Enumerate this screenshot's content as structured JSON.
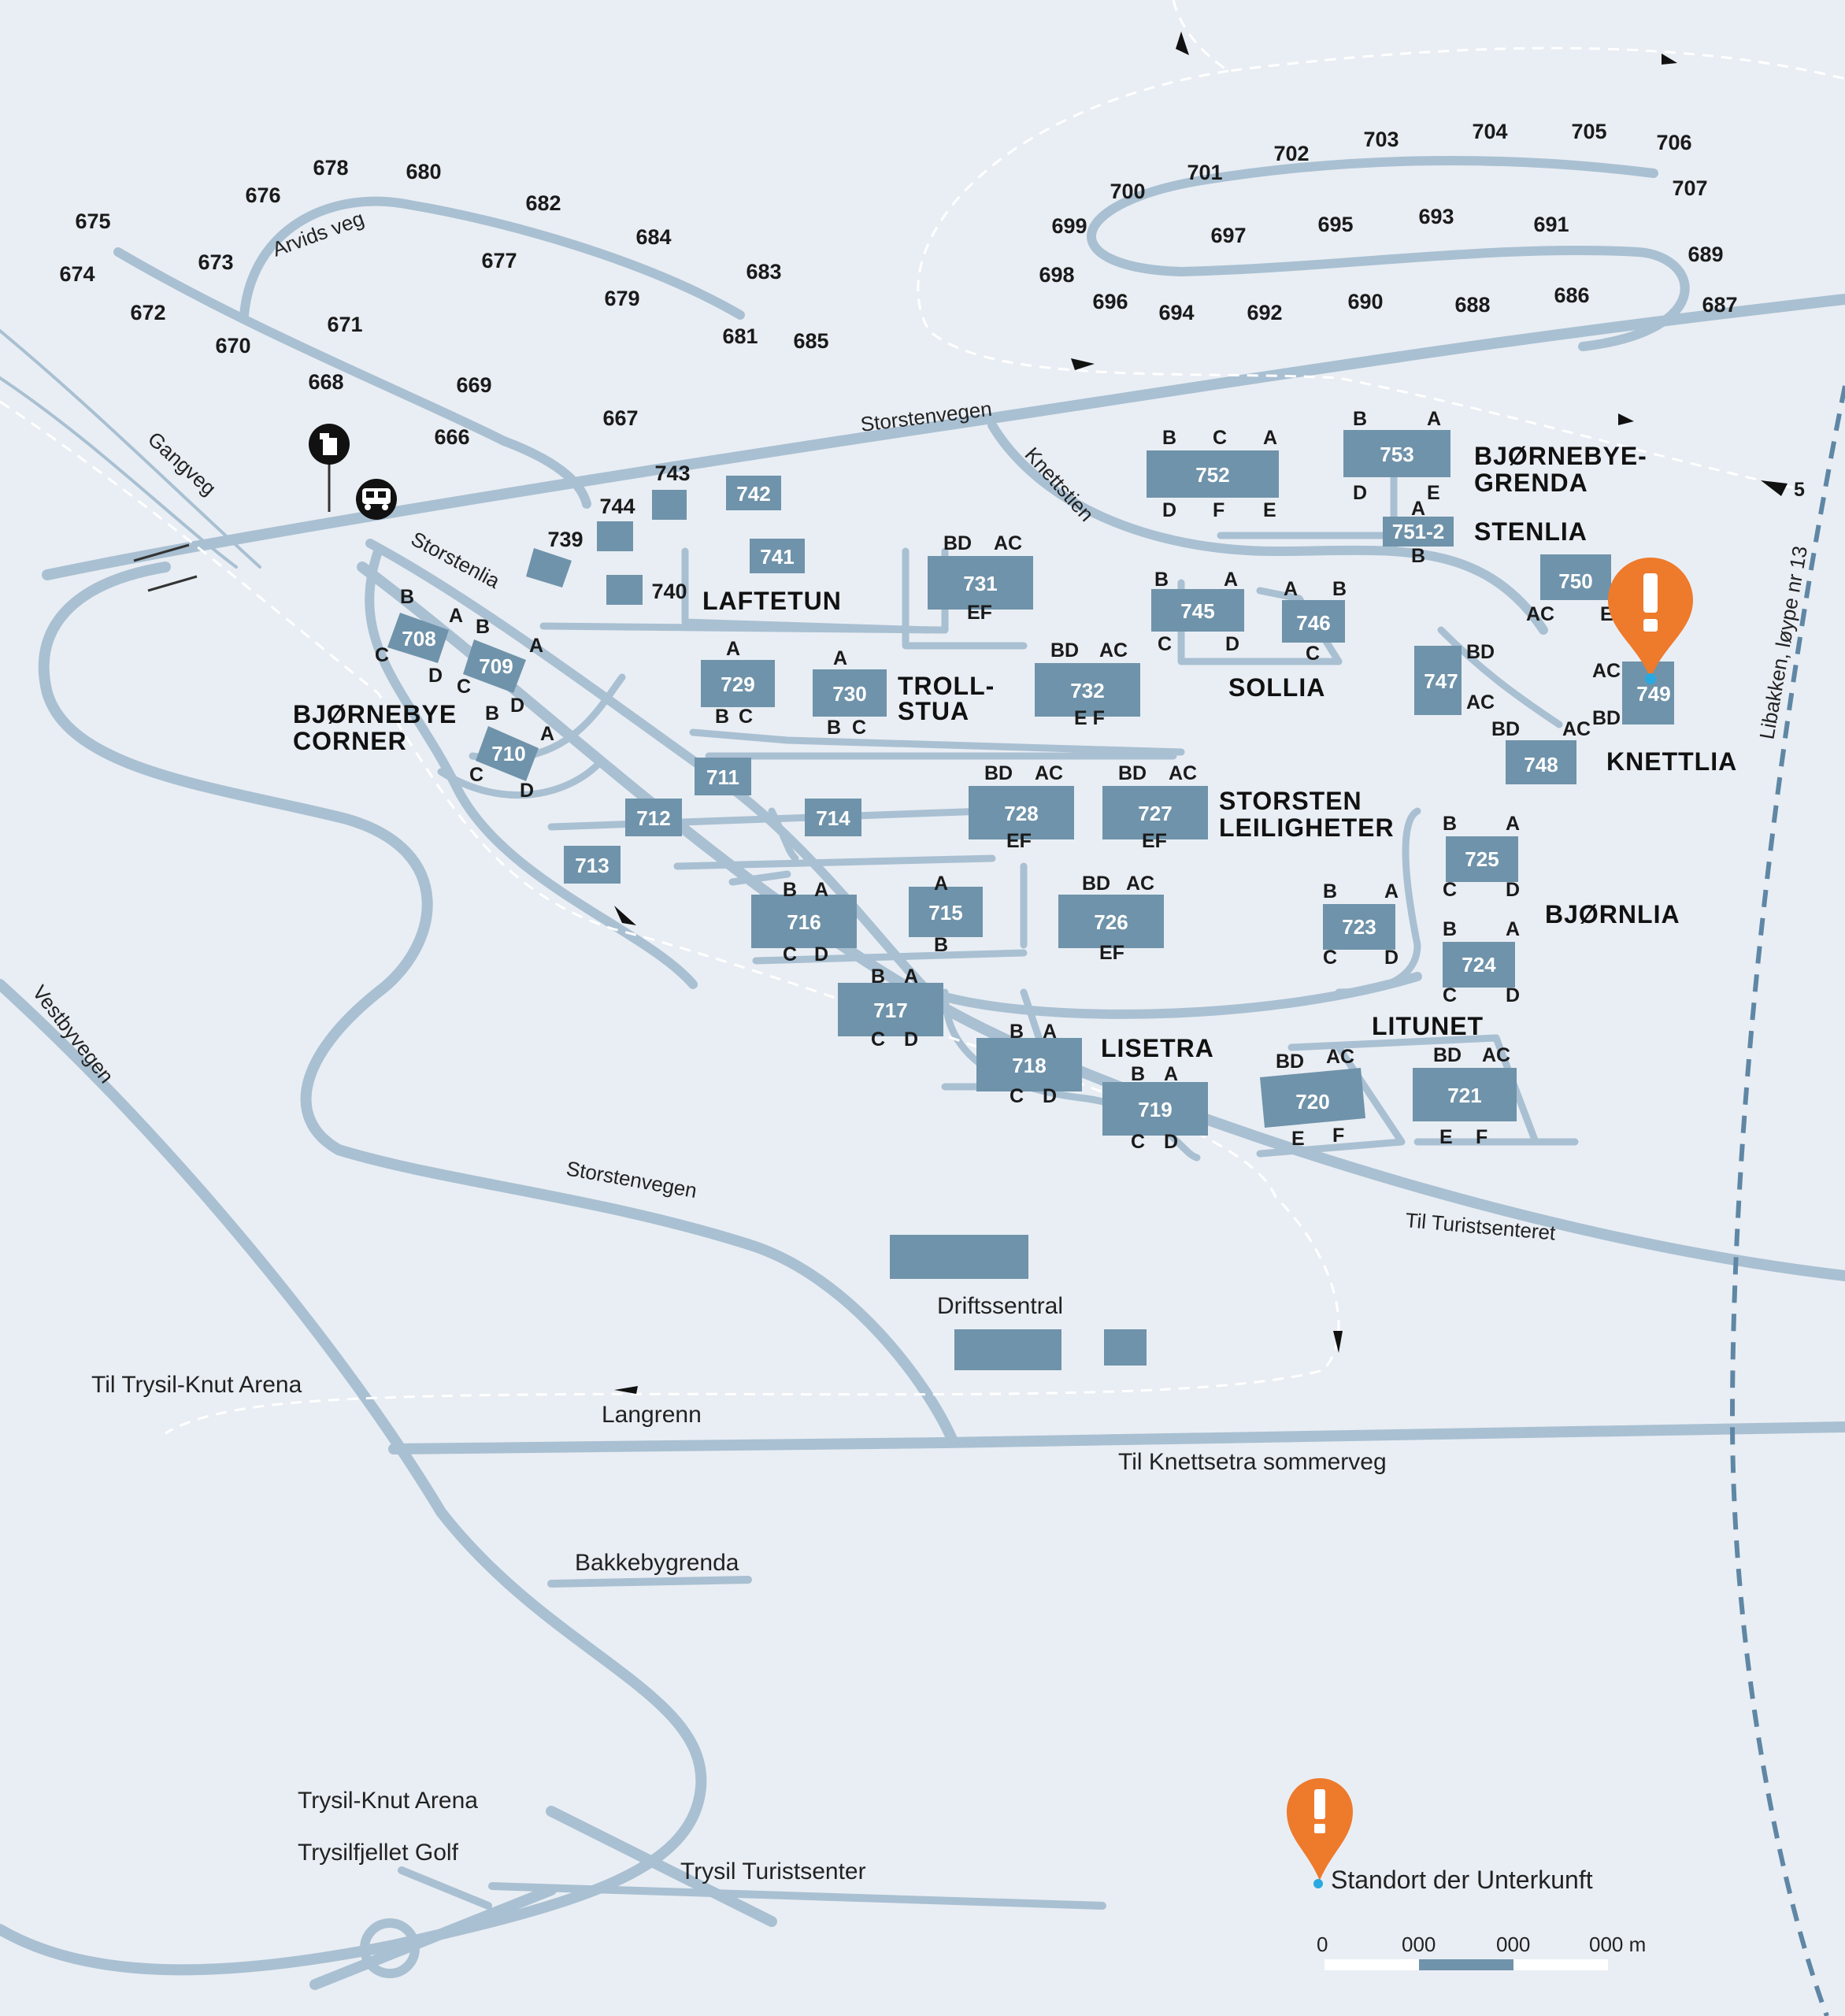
{
  "colors": {
    "background": "#e9eef4",
    "road": "#a9c0d2",
    "building": "#6f93aa",
    "marker": "#ee7a2c",
    "ski_trail": "#5f87a5",
    "location_dot": "#29a9e1"
  },
  "lots": [
    "675",
    "676",
    "678",
    "680",
    "682",
    "674",
    "673",
    "672",
    "670",
    "671",
    "668",
    "669",
    "666",
    "667",
    "677",
    "679",
    "684",
    "683",
    "681",
    "685",
    "699",
    "700",
    "701",
    "702",
    "703",
    "704",
    "705",
    "706",
    "707",
    "698",
    "696",
    "694",
    "692",
    "690",
    "688",
    "686",
    "687",
    "689",
    "697",
    "695",
    "693",
    "691"
  ],
  "buildings": [
    "708",
    "709",
    "710",
    "711",
    "712",
    "713",
    "714",
    "715",
    "716",
    "717",
    "718",
    "719",
    "720",
    "721",
    "723",
    "724",
    "725",
    "726",
    "727",
    "728",
    "729",
    "730",
    "731",
    "732",
    "739",
    "740",
    "741",
    "742",
    "743",
    "744",
    "745",
    "746",
    "747",
    "748",
    "749",
    "750",
    "751-2",
    "752",
    "753"
  ],
  "units": [
    "B",
    "A",
    "D",
    "C",
    "B",
    "A",
    "C",
    "D",
    "B",
    "A",
    "C",
    "D",
    "A",
    "B",
    "C",
    "A",
    "B",
    "C",
    "BD",
    "AC",
    "EF",
    "BD",
    "AC",
    "E F",
    "B",
    "C",
    "A",
    "D",
    "F",
    "E",
    "B",
    "A",
    "D",
    "E",
    "A",
    "B",
    "B",
    "A",
    "C",
    "D",
    "A",
    "B",
    "C",
    "BD",
    "AC",
    "AC",
    "E",
    "AC",
    "BD",
    "BD",
    "AC",
    "BD",
    "AC",
    "EF",
    "BD",
    "AC",
    "EF",
    "B",
    "A",
    "C",
    "D",
    "B",
    "A",
    "C",
    "D",
    "B",
    "A",
    "C",
    "D",
    "BD",
    "AC",
    "EF",
    "B",
    "A",
    "C",
    "D",
    "B",
    "A",
    "C",
    "D",
    "B",
    "A",
    "C",
    "D",
    "B",
    "A",
    "C",
    "D",
    "BD",
    "AC",
    "E",
    "F",
    "BD",
    "AC",
    "E",
    "F",
    "A",
    "B"
  ],
  "areas": [
    "BJØRNEBYE-",
    "GRENDA",
    "STENLIA",
    "LAFTETUN",
    "TROLL-",
    "STUA",
    "SOLLIA",
    "BJØRNEBYE",
    "CORNER",
    "KNETTLIA",
    "STORSTEN",
    "LEILIGHETER",
    "BJØRNLIA",
    "LITUNET",
    "LISETRA"
  ],
  "roads": [
    "Arvids veg",
    "Storstenvegen",
    "Knettstien",
    "Gangveg",
    "Storstenlia",
    "Vestbyvegen",
    "Storstenvegen",
    "Til Turistsenteret",
    "Libakken, løype nr 13"
  ],
  "places": [
    "Driftssentral",
    "Til Trysil-Knut Arena",
    "Langrenn",
    "Til Knettsetra sommerveg",
    "Bakkebygrenda",
    "Trysil-Knut Arena",
    "Trysilfjellet Golf",
    "Trysil Turistsenter"
  ],
  "trail_number": "5",
  "legend": {
    "label": "Standort der Unterkunft"
  },
  "scale": {
    "labels": [
      "0",
      "000",
      "000",
      "000 m"
    ]
  },
  "icons": {
    "info": "info-icon",
    "bus": "bus-icon",
    "marker": "location-marker-icon"
  }
}
